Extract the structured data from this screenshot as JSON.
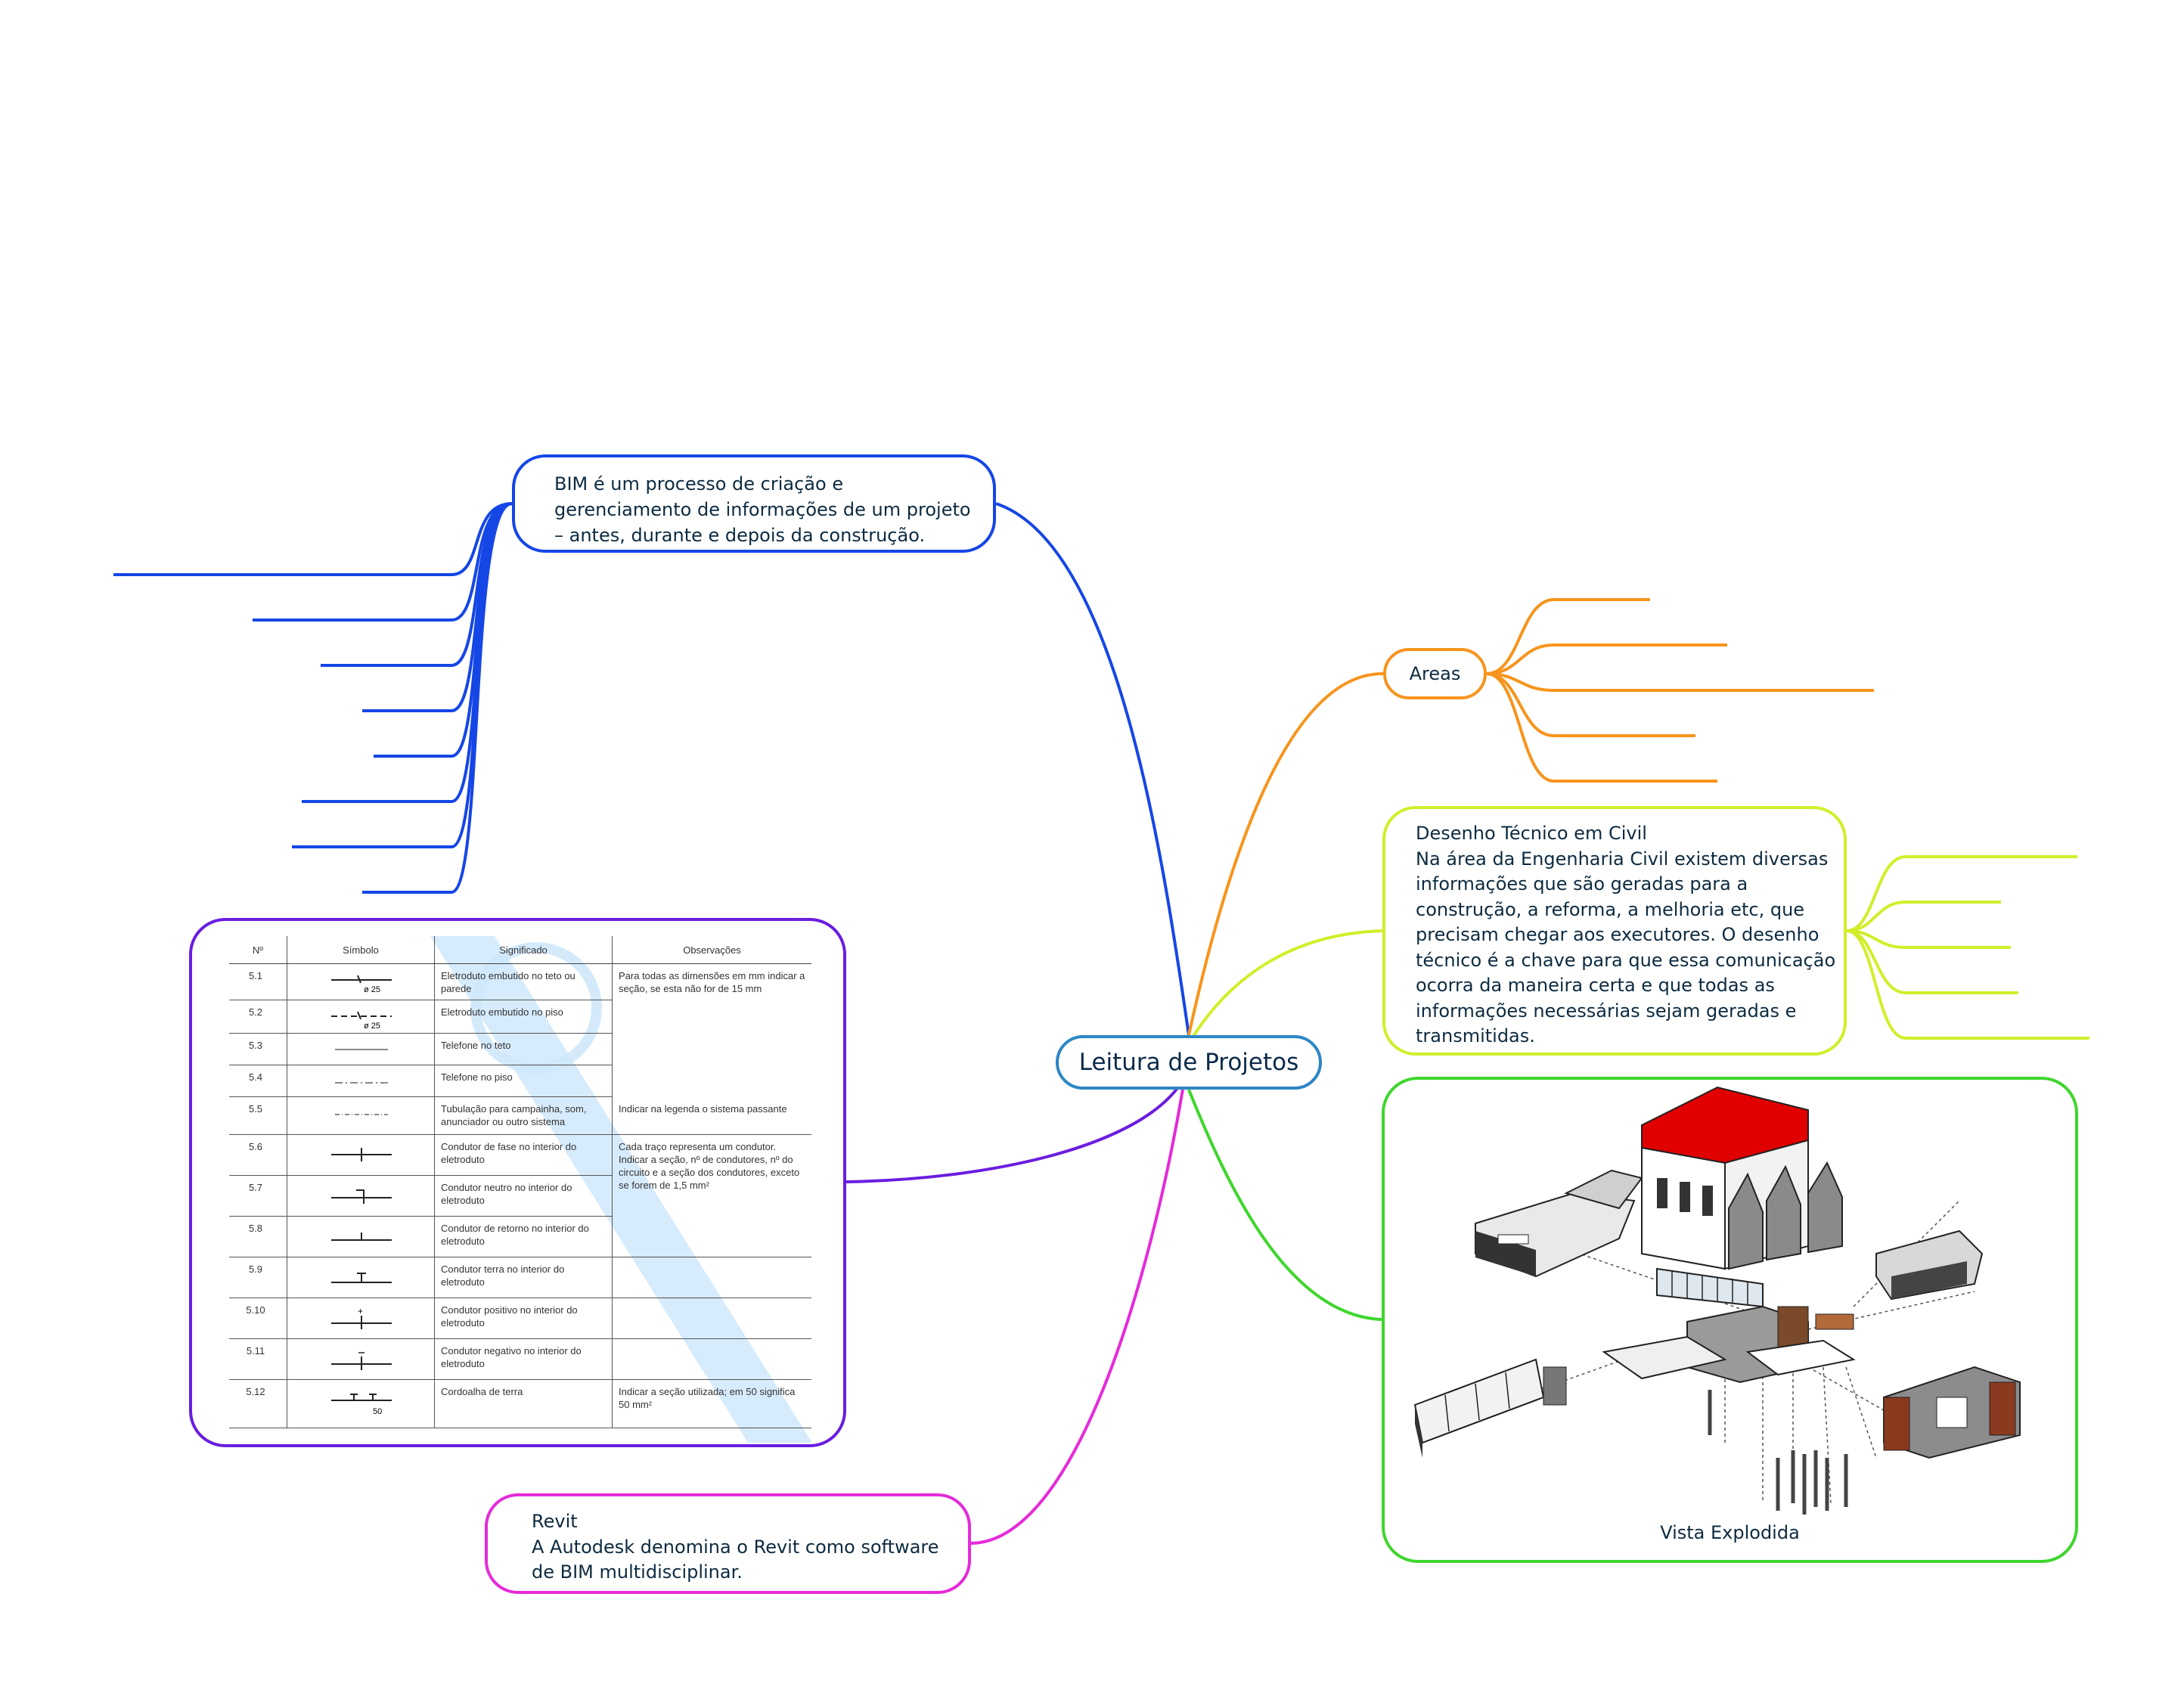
{
  "central": {
    "label": "Leitura de Projetos"
  },
  "bim": {
    "lines": [
      "BIM é um processo de criação e",
      "gerenciamento de informações de um projeto",
      "– antes, durante e depois da construção."
    ]
  },
  "areas": {
    "label": "Areas"
  },
  "desenho": {
    "lines": [
      "Desenho Técnico em Civil",
      "Na área da Engenharia Civil existem diversas",
      "informações que são geradas para a",
      "construção, a reforma, a melhoria etc, que",
      "precisam chegar aos executores. O desenho",
      "técnico é a chave para que essa comunicação",
      "ocorra da maneira certa e que todas as",
      "informações necessárias sejam geradas e",
      "transmitidas."
    ]
  },
  "vista": {
    "caption": "Vista Explodida"
  },
  "revit": {
    "lines": [
      "Revit",
      "A Autodesk denomina o Revit como software",
      "de BIM multidisciplinar."
    ]
  },
  "tabela": {
    "headers": [
      "Nº",
      "Símbolo",
      "Significado",
      "Observações"
    ],
    "rows": [
      {
        "num": "5.1",
        "sym": "ø 25",
        "sig": "Eletroduto embutido no teto ou parede",
        "obs": "Para todas as dimensões em mm indicar a seção, se esta não for de 15 mm"
      },
      {
        "num": "5.2",
        "sym": "ø 25",
        "sig": "Eletroduto embutido no piso",
        "obs": ""
      },
      {
        "num": "5.3",
        "sym": "",
        "sig": "Telefone no teto",
        "obs": ""
      },
      {
        "num": "5.4",
        "sym": "",
        "sig": "Telefone no piso",
        "obs": ""
      },
      {
        "num": "5.5",
        "sym": "",
        "sig": "Tubulação para campainha, som, anunciador ou outro sistema",
        "obs": "Indicar na legenda o sistema passante"
      },
      {
        "num": "5.6",
        "sym": "",
        "sig": "Condutor de fase no interior do eletroduto",
        "obs": "Cada traço representa um condutor. Indicar a seção, nº de condutores, nº do circuito e a seção dos condutores, exceto se forem de 1,5 mm²"
      },
      {
        "num": "5.7",
        "sym": "",
        "sig": "Condutor neutro no interior do eletroduto",
        "obs": ""
      },
      {
        "num": "5.8",
        "sym": "",
        "sig": "Condutor de retorno no interior do eletroduto",
        "obs": ""
      },
      {
        "num": "5.9",
        "sym": "",
        "sig": "Condutor terra no interior do eletroduto",
        "obs": ""
      },
      {
        "num": "5.10",
        "sym": "",
        "sig": "Condutor positivo no interior do eletroduto",
        "obs": ""
      },
      {
        "num": "5.11",
        "sym": "",
        "sig": "Condutor negativo no interior do eletroduto",
        "obs": ""
      },
      {
        "num": "5.12",
        "sym": "50",
        "sig": "Cordoalha de terra",
        "obs": "Indicar a seção utilizada; em 50 significa 50 mm²"
      }
    ]
  },
  "colors": {
    "central": "#2d86c4",
    "bim": "#1546e6",
    "areas": "#f7941d",
    "desenho": "#d2ee2a",
    "vista": "#3fd62d",
    "tabela": "#6a1de0",
    "revit": "#e52ad9"
  }
}
